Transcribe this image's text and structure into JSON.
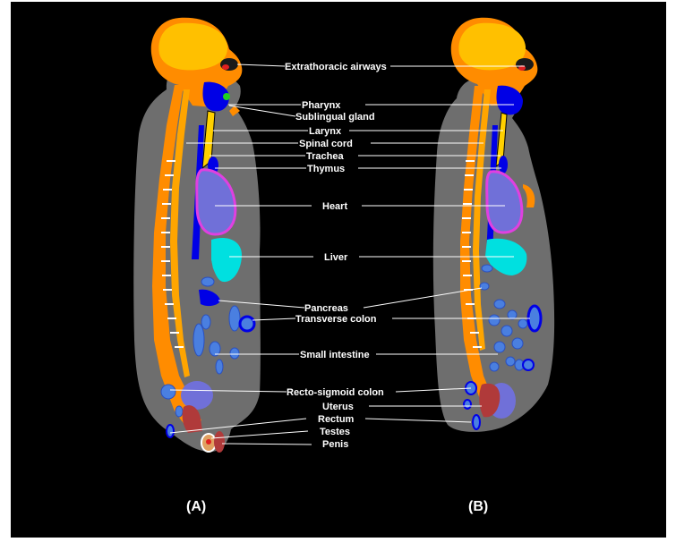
{
  "labels": {
    "extrathoracic_airways": "Extrathoracic airways",
    "pharynx": "Pharynx",
    "sublingual_gland": "Sublingual gland",
    "larynx": "Larynx",
    "spinal_cord": "Spinal cord",
    "trachea": "Trachea",
    "thymus": "Thymus",
    "heart": "Heart",
    "liver": "Liver",
    "pancreas": "Pancreas",
    "transverse_colon": "Transverse colon",
    "small_intestine": "Small intestine",
    "recto_sigmoid_colon": "Recto-sigmoid colon",
    "uterus": "Uterus",
    "rectum": "Rectum",
    "testes": "Testes",
    "penis": "Penis"
  },
  "panels": {
    "a": "(A)",
    "b": "(B)"
  },
  "colors": {
    "background": "#000000",
    "body": "#6e6e6e",
    "bone": "#ff8c00",
    "brain": "#ffc000",
    "spine_body": "#ffa500",
    "airway": "#0000e6",
    "heart": "#7070d8",
    "heart_outline": "#e040e0",
    "liver": "#00e0e0",
    "intestine": "#4a7fe0",
    "rectal": "#b03a3a"
  }
}
